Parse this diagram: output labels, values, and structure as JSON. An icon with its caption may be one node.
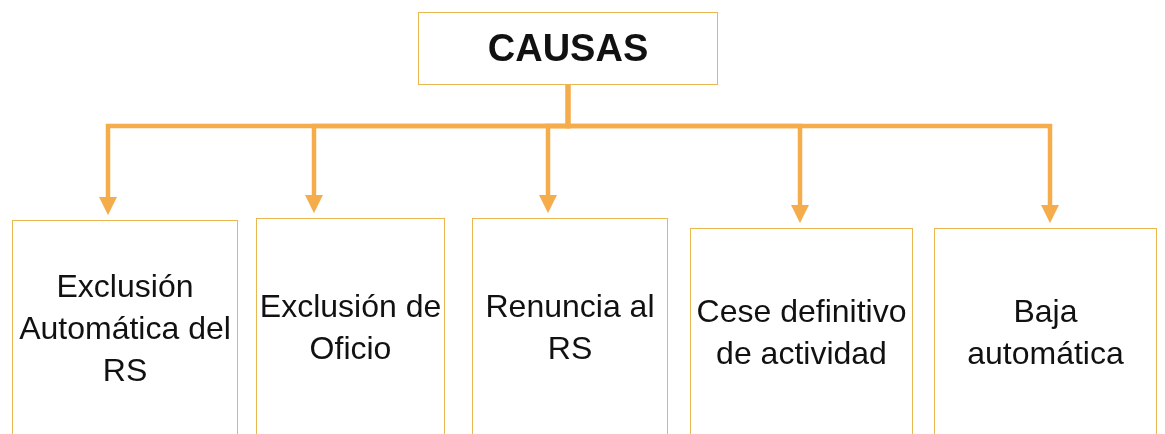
{
  "diagram": {
    "nodes": [
      {
        "text": [
          "CAUSAS"
        ]
      },
      {
        "text": [
          "Exclusión Automática del RS"
        ]
      },
      {
        "text": [
          "Exclusión de Oficio"
        ]
      },
      {
        "text": [
          "Renuncia al RS"
        ]
      },
      {
        "text": [
          "Cese definitivo de actividad"
        ]
      },
      {
        "text": [
          "Baja automática"
        ]
      }
    ],
    "edges": [
      {
        "from": 0,
        "to": 1,
        "arrow": "to"
      },
      {
        "from": 0,
        "to": 2,
        "arrow": "to"
      },
      {
        "from": 0,
        "to": 3,
        "arrow": "to"
      },
      {
        "from": 0,
        "to": 4,
        "arrow": "to"
      },
      {
        "from": 0,
        "to": 5,
        "arrow": "to"
      }
    ]
  }
}
